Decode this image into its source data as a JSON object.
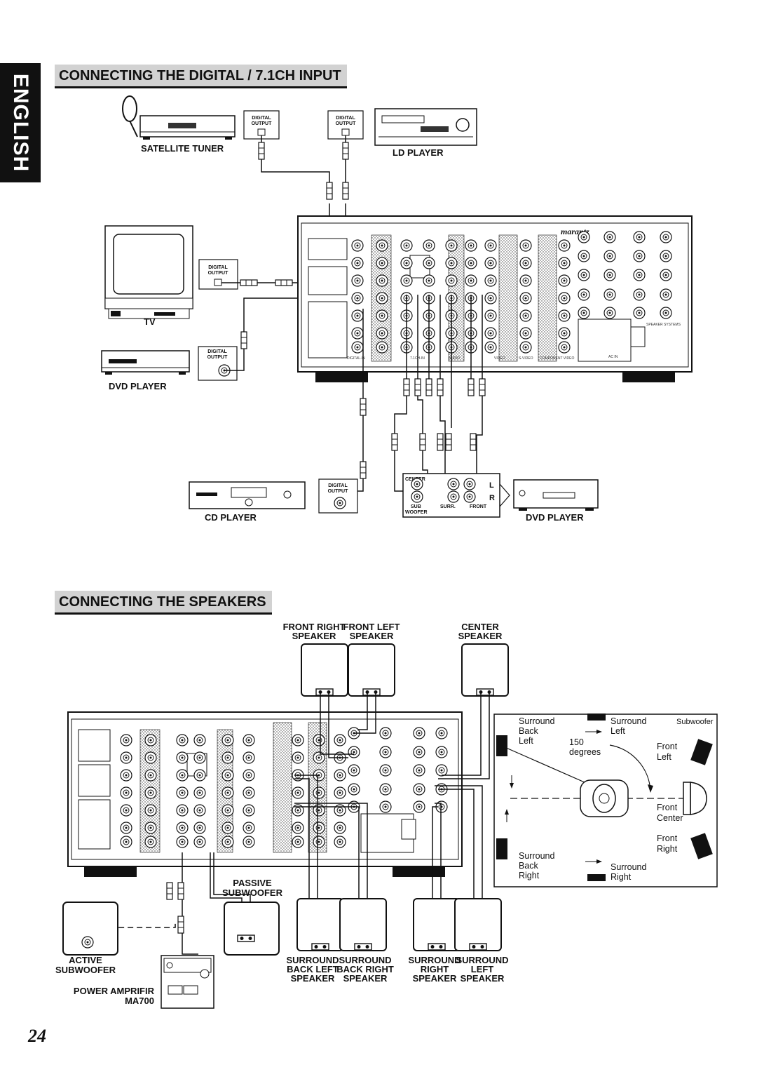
{
  "language_tab": "ENGLISH",
  "sections": {
    "digital": {
      "title": "CONNECTING THE DIGITAL / 7.1CH INPUT"
    },
    "speakers": {
      "title": "CONNECTING THE SPEAKERS"
    }
  },
  "digital_diagram": {
    "devices": {
      "satellite_tuner": "SATELLITE TUNER",
      "ld_player": "LD PLAYER",
      "tv": "TV",
      "dvd_player_1": "DVD PLAYER",
      "cd_player": "CD PLAYER",
      "dvd_player_2": "DVD PLAYER"
    },
    "digital_output": {
      "line1": "DIGITAL",
      "line2": "OUTPUT"
    },
    "multichannel_jacks": {
      "center": "CENTER",
      "l": "L",
      "r": "R",
      "sub_line1": "SUB",
      "sub_line2": "WOOFER",
      "surr": "SURR.",
      "front": "FRONT"
    },
    "receiver_labels": {
      "digital_in": "DIGITAL-IN",
      "ch71_in": "7.1CH-IN",
      "audio": "AUDIO",
      "video": "VIDEO",
      "svideo": "S-VIDEO",
      "component_video": "COMPONENT VIDEO",
      "speaker_systems": "SPEAKER SYSTEMS",
      "ac_in": "AC IN",
      "brand": "marantz"
    }
  },
  "speaker_diagram": {
    "top_speakers": [
      {
        "line1": "FRONT RIGHT",
        "line2": "SPEAKER"
      },
      {
        "line1": "FRONT LEFT",
        "line2": "SPEAKER"
      },
      {
        "line1": "CENTER",
        "line2": "SPEAKER"
      }
    ],
    "passive_sub": {
      "line1": "PASSIVE",
      "line2": "SUBWOOFER"
    },
    "active_sub": {
      "line1": "ACTIVE",
      "line2": "SUBWOOFER"
    },
    "power_amp": {
      "line1": "POWER AMPRIFIR",
      "line2": "MA700"
    },
    "bottom_speakers": [
      {
        "line1": "SURROUND",
        "line2": "BACK LEFT",
        "line3": "SPEAKER"
      },
      {
        "line1": "SURROUND",
        "line2": "BACK RIGHT",
        "line3": "SPEAKER"
      },
      {
        "line1": "SURROUND",
        "line2": "RIGHT",
        "line3": "SPEAKER"
      },
      {
        "line1": "SURROUND",
        "line2": "LEFT",
        "line3": "SPEAKER"
      }
    ],
    "room_layout": {
      "surround_back_left": [
        "Surround",
        "Back",
        "Left"
      ],
      "surround_left": [
        "Surround",
        "Left"
      ],
      "subwoofer": "Subwoofer",
      "angle": [
        "150",
        "degrees"
      ],
      "front_left": [
        "Front",
        "Left"
      ],
      "front_center": [
        "Front",
        "Center"
      ],
      "front_right": [
        "Front",
        "Right"
      ],
      "surround_back_right": [
        "Surround",
        "Back",
        "Right"
      ],
      "surround_right": [
        "Surround",
        "Right"
      ]
    }
  },
  "page_number": "24"
}
